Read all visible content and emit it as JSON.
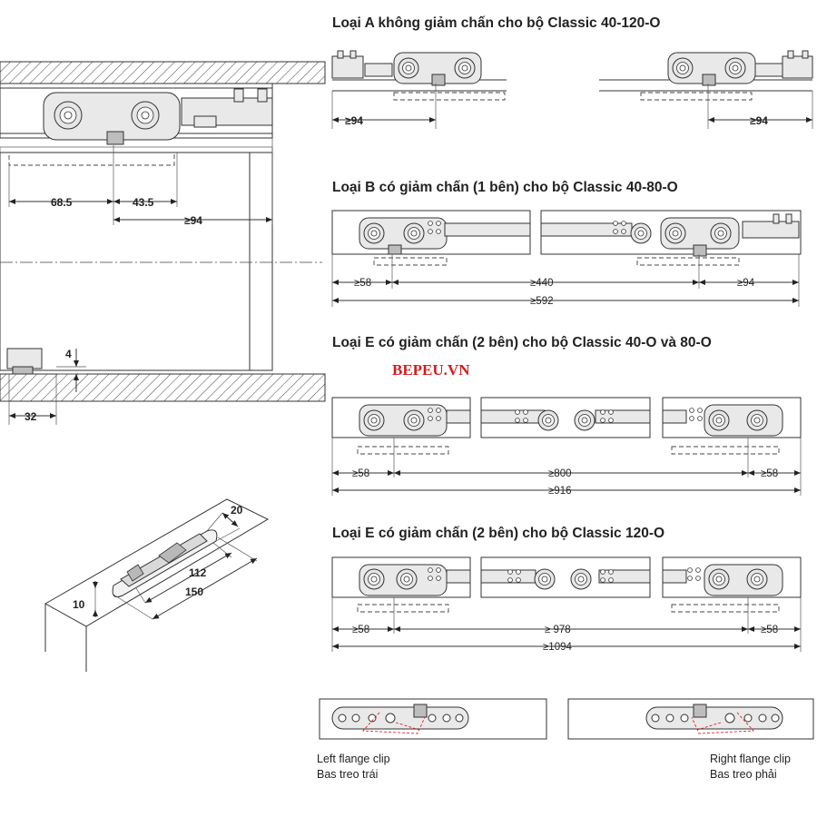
{
  "titles": {
    "type_a": "Loại A không giảm chấn cho bộ Classic 40-120-O",
    "type_b": "Loại B có giảm chấn (1 bên) cho bộ Classic 40-80-O",
    "type_e1": "Loại E có giảm chấn (2 bên) cho bộ Classic 40-O và 80-O",
    "type_e2": "Loại E có giảm chấn (2 bên) cho bộ Classic 120-O"
  },
  "brand": "BEPEU.VN",
  "side_view": {
    "dims": [
      "68.5",
      "43.5",
      "≥94",
      "4",
      "32"
    ]
  },
  "iso_view": {
    "dims": [
      "20",
      "112",
      "150",
      "10"
    ]
  },
  "type_a": {
    "dims": [
      "≥94",
      "≥94"
    ]
  },
  "type_b": {
    "dims": [
      "≥58",
      "≥440",
      "≥94",
      "≥592"
    ]
  },
  "type_e1": {
    "dims": [
      "≥58",
      "≥800",
      "≥58",
      "≥916"
    ]
  },
  "type_e2": {
    "dims": [
      "≥58",
      "≥ 978",
      "≥58",
      "≥1094"
    ]
  },
  "clips": {
    "left_en": "Left flange clip",
    "left_vi": "Bas treo trái",
    "right_en": "Right flange clip",
    "right_vi": "Bas treo phải"
  }
}
